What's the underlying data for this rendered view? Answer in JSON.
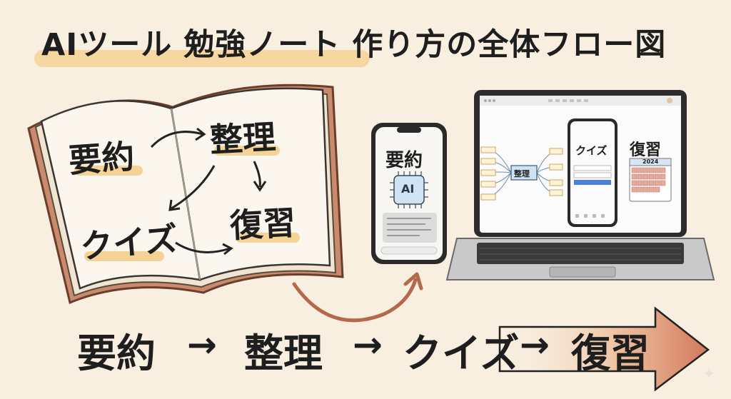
{
  "title": "AIツール 勉強ノート 作り方の全体フロー図",
  "book": {
    "summary": "要約",
    "organize": "整理",
    "quiz": "クイズ",
    "review": "復習"
  },
  "phone": {
    "heading": "要約",
    "chip_label": "AI"
  },
  "laptop": {
    "mindmap_center": "整理",
    "quiz_label": "クイズ",
    "review_label": "復習",
    "calendar_year": "2024"
  },
  "flow": {
    "step1": "要約",
    "step2": "整理",
    "step3": "クイズ",
    "step4": "復習",
    "arrow": "→"
  },
  "colors": {
    "background": "#f8efe0",
    "highlight": "#f3cb86",
    "accent_arrow": "#b4694a",
    "book_cover": "#c98a6d"
  }
}
